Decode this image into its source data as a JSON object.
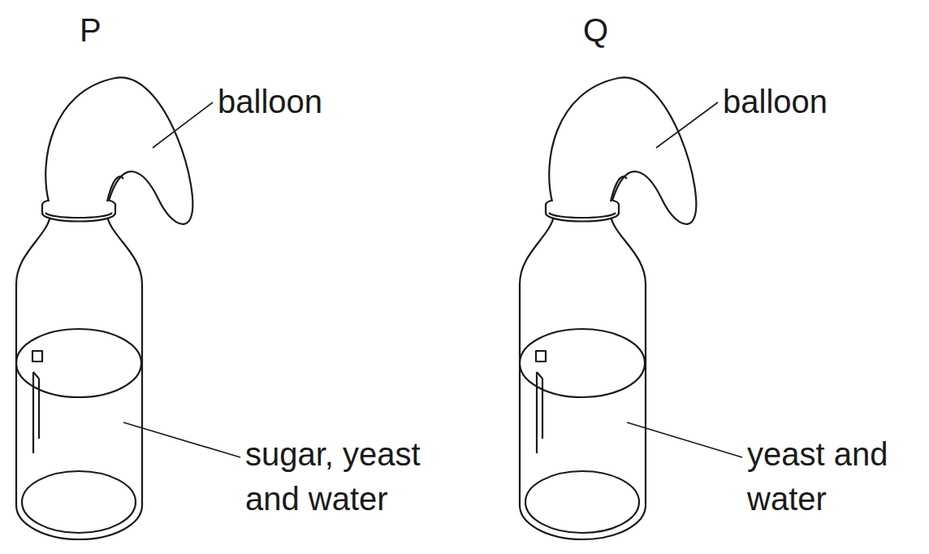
{
  "diagram": {
    "labels": [
      "P",
      "balloon",
      "sugar, yeast and water",
      "Q",
      "balloon",
      "yeast and water"
    ]
  }
}
